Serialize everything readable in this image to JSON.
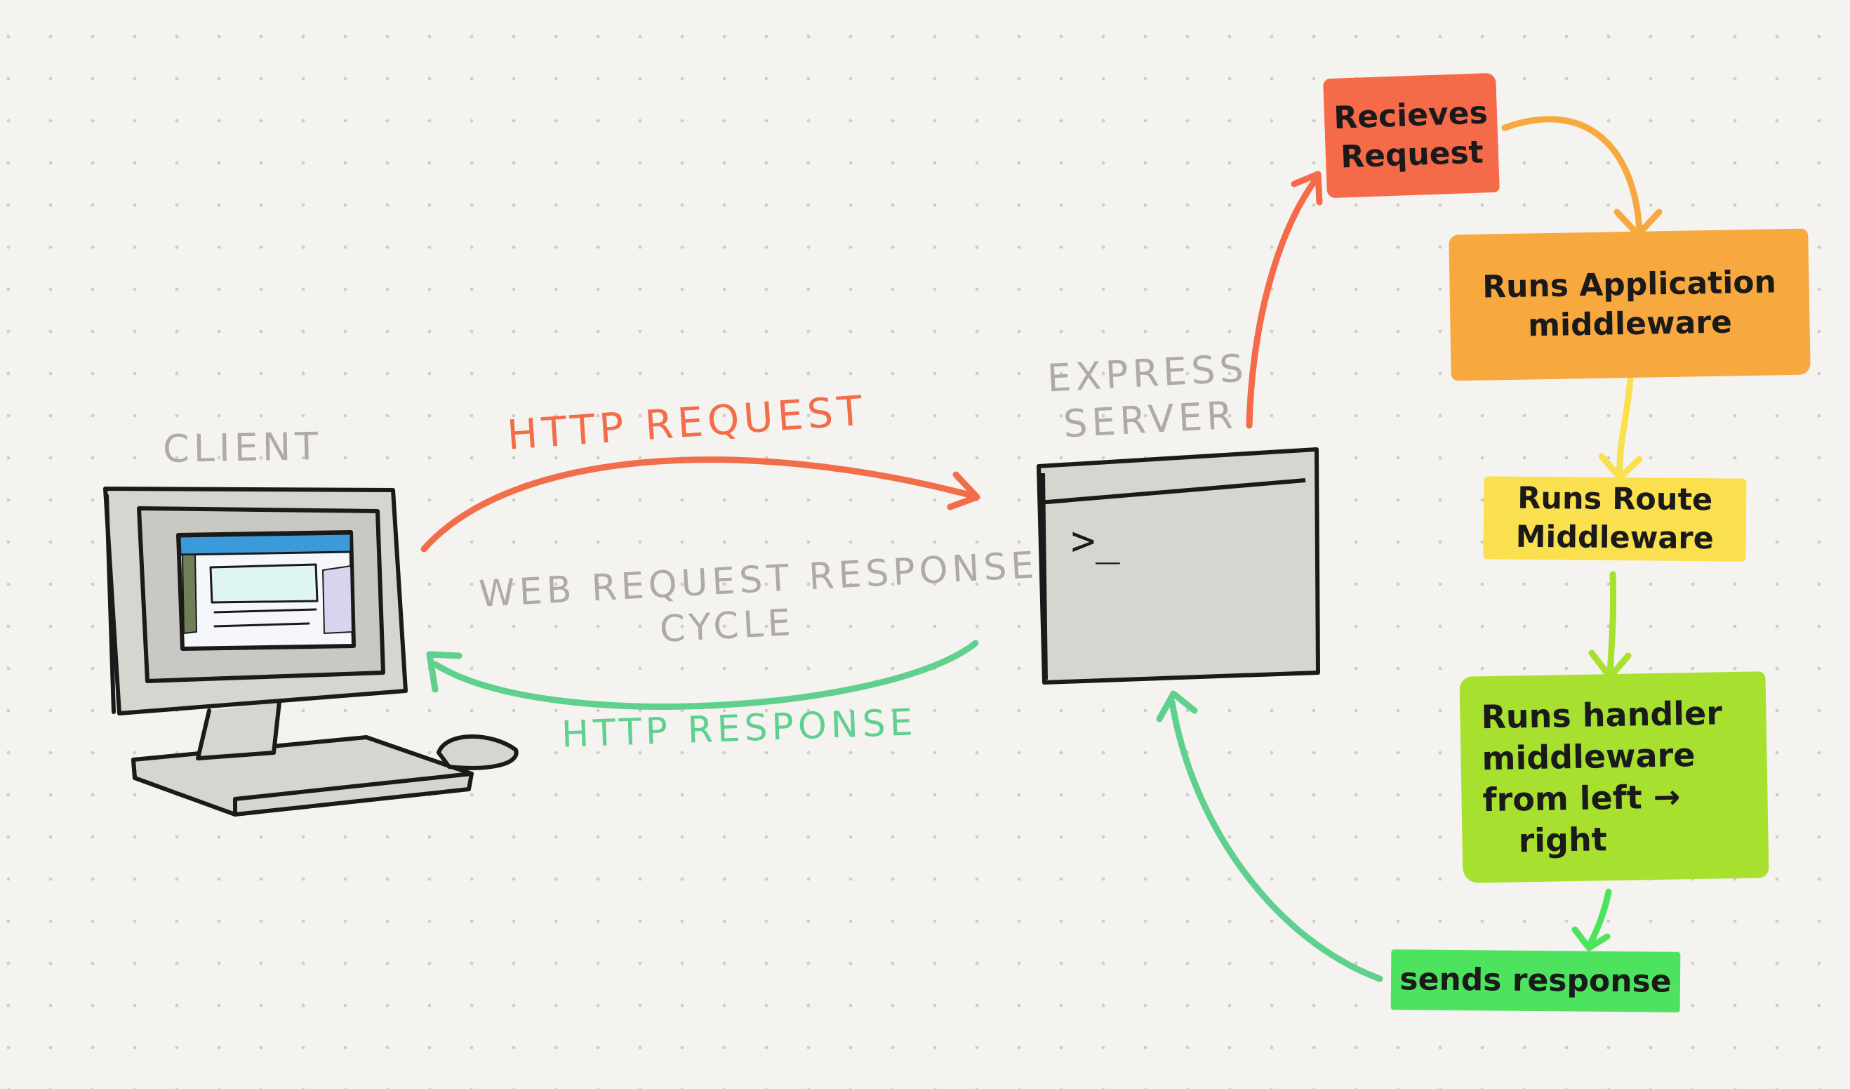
{
  "client": {
    "label": "CLIENT"
  },
  "server": {
    "label_line1": "EXPRESS",
    "label_line2": "SERVER",
    "prompt": ">_"
  },
  "arrows": {
    "request_label": "HTTP REQUEST",
    "response_label": "HTTP RESPONSE",
    "cycle_line1": "WEB REQUEST RESPONSE",
    "cycle_line2": "CYCLE"
  },
  "steps": {
    "receive": {
      "line1": "Recieves",
      "line2": "Request"
    },
    "application": {
      "line1": "Runs Application",
      "line2": "middleware"
    },
    "route": {
      "line1": "Runs Route",
      "line2": "Middleware"
    },
    "handler": {
      "line1": "Runs handler",
      "line2": "middleware",
      "line3": "from left →",
      "line4": "right"
    },
    "send": {
      "label": "sends response"
    }
  },
  "colors": {
    "background": "#f4f3ef",
    "request": "#f26d4a",
    "response": "#5fd08e",
    "receive": "#f56a48",
    "application": "#f7a83f",
    "route": "#fadf4e",
    "handler": "#a7e02f",
    "send": "#4ee35f",
    "label_grey": "#aeaba4"
  }
}
